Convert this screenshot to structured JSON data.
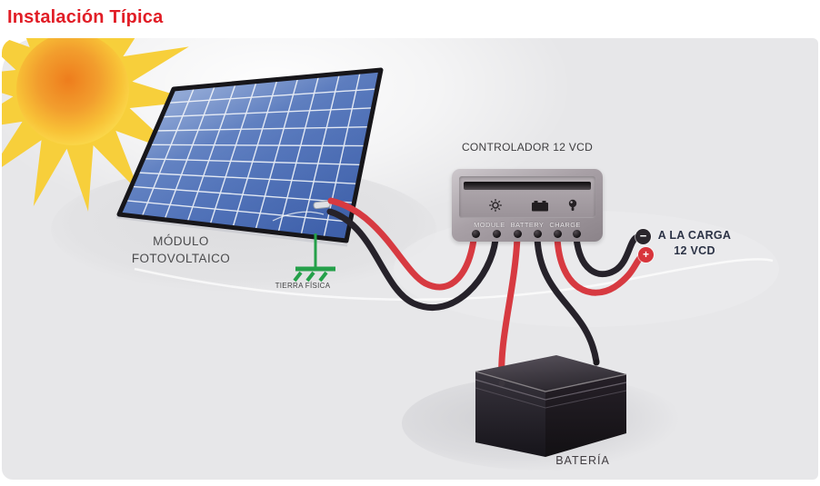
{
  "title": "Instalación Típica",
  "colors": {
    "title_red": "#e11d26",
    "background_gray": "#e7e7e9",
    "panel_blue": "#4a6db6",
    "sun_orange": "#ee7d1d",
    "sun_yellow": "#f7cf3b",
    "ground_green": "#25a04a",
    "wire_red": "#d73a41",
    "wire_black": "#26222a",
    "battery_dark": "#27232a",
    "controller_gray": "#a8a0a6"
  },
  "diagram": {
    "module": {
      "label_line1": "MÓDULO",
      "label_line2": "FOTOVOLTAICO"
    },
    "ground": {
      "label": "TIERRA FÍSICA"
    },
    "controller": {
      "label": "CONTROLADOR 12 VCD",
      "panel_text": {
        "module": "MODULE",
        "battery": "BATTERY",
        "charge": "CHARGE"
      },
      "icons": {
        "module": "sun-module-icon",
        "battery": "battery-icon",
        "charge": "bulb-charge-icon"
      },
      "terminal_count": 6
    },
    "load": {
      "label_line1": "A LA CARGA",
      "label_line2": "12 VCD",
      "negative_symbol": "−",
      "positive_symbol": "+"
    },
    "battery": {
      "label": "BATERÍA"
    }
  }
}
